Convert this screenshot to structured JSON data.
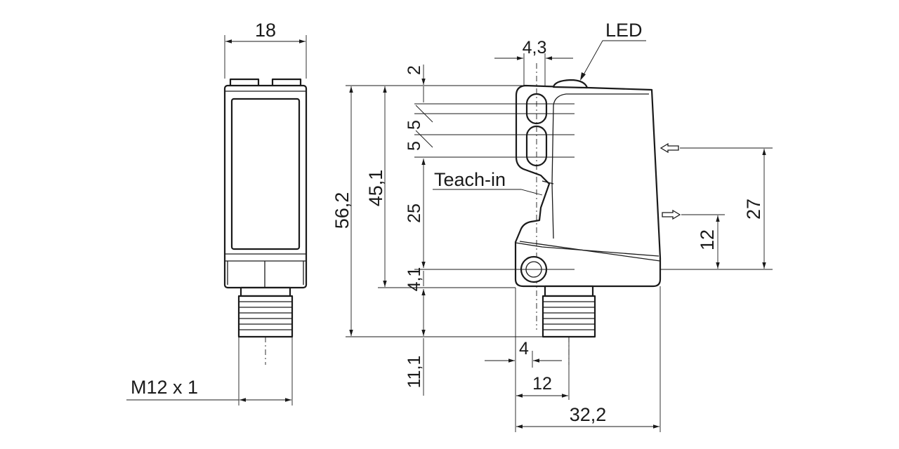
{
  "drawing": {
    "front_view": {
      "width_dim": "18",
      "thread_label": "M12 x 1"
    },
    "side_view": {
      "led_label": "LED",
      "teach_label": "Teach-in",
      "dims": {
        "top_width": "4,3",
        "top_offset": "2",
        "window_1": "5",
        "window_2": "5",
        "teach_offset": "25",
        "height_inner": "45,1",
        "height_total": "56,2",
        "mount_offset": "4,1",
        "connector_len": "11,1",
        "conn_offset": "4",
        "conn_width": "12",
        "total_depth": "32,2",
        "beam_height_1": "27",
        "beam_height_2": "12"
      }
    }
  }
}
